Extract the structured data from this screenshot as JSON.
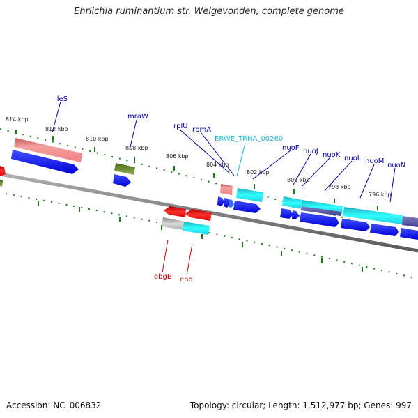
{
  "title": "Ehrlichia ruminantium str. Welgevonden, complete genome",
  "footer": {
    "accession": "Accession: NC_006832",
    "summary": "Topology: circular; Length: 1,512,977 bp; Genes: 997"
  },
  "colors": {
    "backbone": "#888888",
    "tick": "#1a7a1a",
    "label_forward_strand": "#0000aa",
    "label_reverse_strand": "#cc0000",
    "label_rna": "#22b8d8"
  },
  "tick_labels": [
    "814 kbp",
    "812 kbp",
    "810 kbp",
    "808 kbp",
    "806 kbp",
    "804 kbp",
    "802 kbp",
    "800 kbp",
    "798 kbp",
    "796 kbp"
  ],
  "gene_labels": {
    "ileS": "ileS",
    "mraW": "mraW",
    "rplU": "rplU",
    "rpmA": "rpmA",
    "ERWE_TRNA_00260": "ERWE_TRNA_00260",
    "nuoF": "nuoF",
    "nuoJ": "nuoJ",
    "nuoK": "nuoK",
    "nuoL": "nuoL",
    "nuoM": "nuoM",
    "nuoN": "nuoN",
    "obgE": "obgE",
    "eno": "eno"
  }
}
